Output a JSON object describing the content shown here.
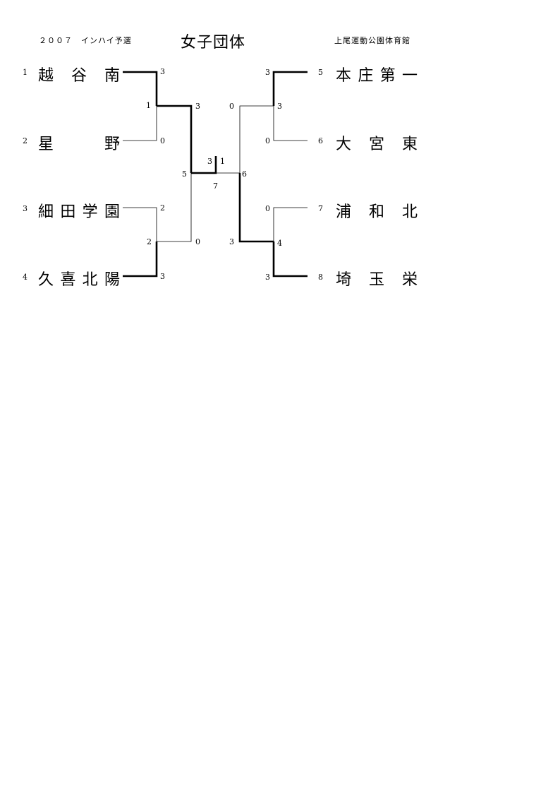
{
  "header": {
    "event": "２００７　インハイ予選",
    "title": "女子団体",
    "venue": "上尾運動公園体育館"
  },
  "teams": [
    {
      "seed": "1",
      "name": "越谷南"
    },
    {
      "seed": "2",
      "name": "星野"
    },
    {
      "seed": "3",
      "name": "細田学園"
    },
    {
      "seed": "4",
      "name": "久喜北陽"
    },
    {
      "seed": "5",
      "name": "本庄第一"
    },
    {
      "seed": "6",
      "name": "大宮東"
    },
    {
      "seed": "7",
      "name": "浦和北"
    },
    {
      "seed": "8",
      "name": "埼玉栄"
    }
  ],
  "matches": [
    {
      "no": "1",
      "top_score": "3",
      "bottom_score": "0"
    },
    {
      "no": "2",
      "top_score": "2",
      "bottom_score": "3"
    },
    {
      "no": "3",
      "top_score": "3",
      "bottom_score": "0"
    },
    {
      "no": "4",
      "top_score": "0",
      "bottom_score": "3"
    },
    {
      "no": "5",
      "top_score": "3",
      "bottom_score": "0"
    },
    {
      "no": "6",
      "top_score": "0",
      "bottom_score": "3"
    },
    {
      "no": "7",
      "left_score": "3",
      "right_score": "1"
    }
  ]
}
